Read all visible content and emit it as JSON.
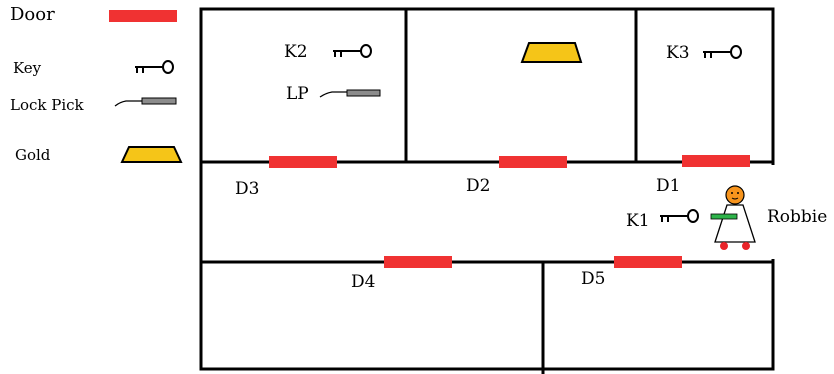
{
  "legend": {
    "door_label": "Door",
    "key_label": "Key",
    "lockpick_label": "Lock Pick",
    "gold_label": "Gold"
  },
  "items": {
    "k2": "K2",
    "k3": "K3",
    "k1": "K1",
    "lp": "LP"
  },
  "doors": {
    "d1": "D1",
    "d2": "D2",
    "d3": "D3",
    "d4": "D4",
    "d5": "D5"
  },
  "robot": {
    "name": "Robbie"
  },
  "colors": {
    "door": "#f03232",
    "gold_fill": "#f5c518",
    "lockpick": "#8c8c8c",
    "robot_head": "#f7941d",
    "robot_arm": "#2db34a",
    "robot_wheel": "#e8242a",
    "wall": "#000000"
  },
  "icons": {
    "key": "key-icon",
    "lockpick": "lockpick-icon",
    "gold": "gold-bar-icon",
    "robot": "robot-icon"
  }
}
